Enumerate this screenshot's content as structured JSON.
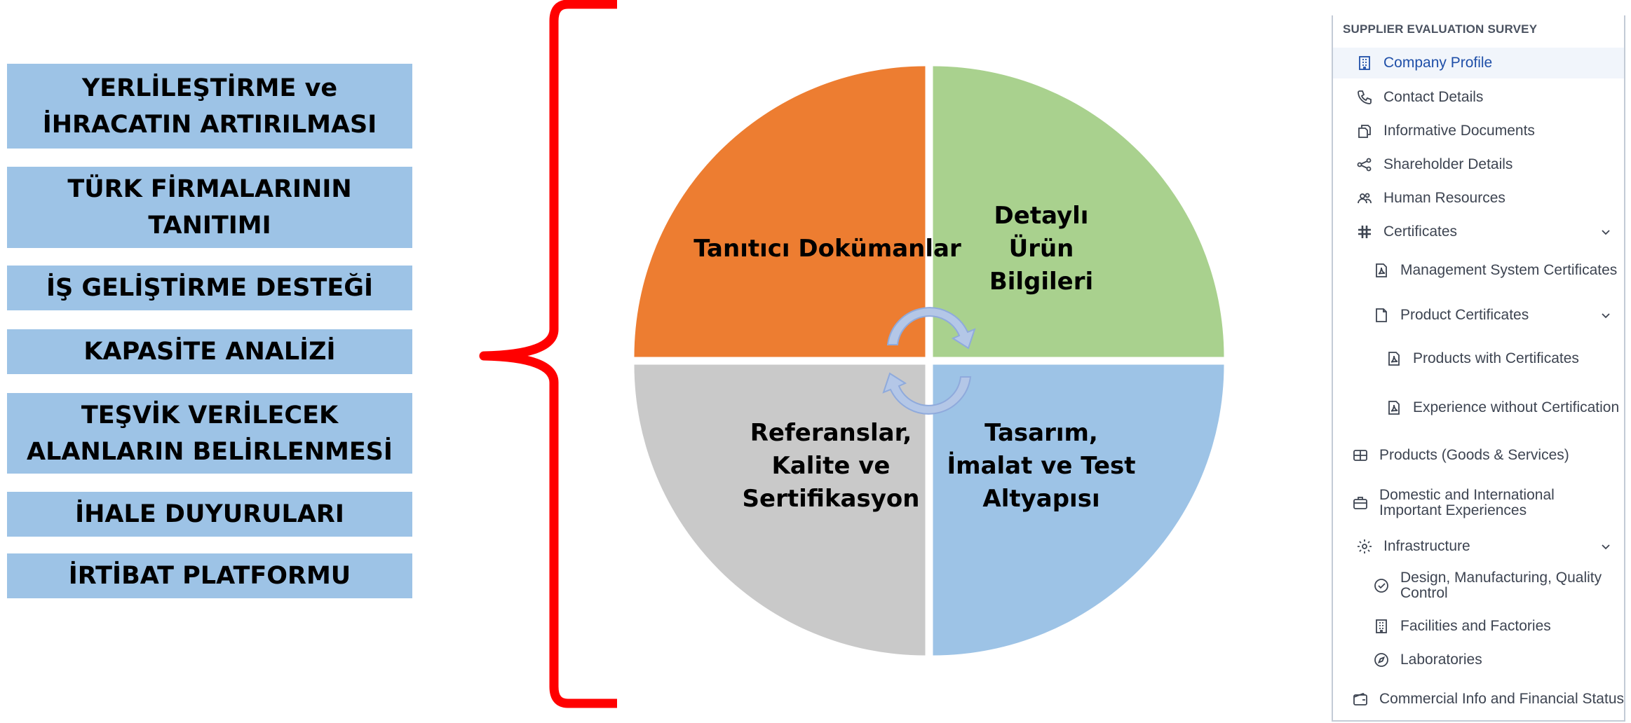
{
  "benefits": [
    "YERLİLEŞTİRME ve İHRACATIN ARTIRILMASI",
    "TÜRK FİRMALARININ TANITIMI",
    "İŞ GELİŞTİRME DESTEĞİ",
    "KAPASİTE ANALİZİ",
    "TEŞVİK VERİLECEK ALANLARIN BELİRLENMESİ",
    "İHALE DUYURULARI",
    "İRTİBAT PLATFORMU"
  ],
  "quadrants": {
    "top_left": {
      "label": "Tanıtıcı Dokümanlar",
      "color": "#ed7d31"
    },
    "top_right": {
      "label": "Detaylı Ürün Bilgileri",
      "color": "#a9d18e"
    },
    "bottom_left": {
      "label": "Referanslar, Kalite ve Sertifikasyon",
      "color": "#c9c9c9"
    },
    "bottom_right": {
      "label": "Tasarım, İmalat ve Test Altyapısı",
      "color": "#9dc3e6"
    }
  },
  "brace_color": "#ff0000",
  "nav": {
    "header": "SUPPLIER EVALUATION SURVEY",
    "items": [
      {
        "label": "Company Profile",
        "icon": "building-icon",
        "active": true
      },
      {
        "label": "Contact Details",
        "icon": "phone-icon"
      },
      {
        "label": "Informative Documents",
        "icon": "documents-icon"
      },
      {
        "label": "Shareholder Details",
        "icon": "share-icon"
      },
      {
        "label": "Human Resources",
        "icon": "people-icon"
      },
      {
        "label": "Certificates",
        "icon": "hashtag-icon",
        "expanded": true
      },
      {
        "label": "Management System Certificates",
        "icon": "pdf-icon"
      },
      {
        "label": "Product Certificates",
        "icon": "file-icon",
        "expanded": true
      },
      {
        "label": "Products with Certificates",
        "icon": "pdf-icon"
      },
      {
        "label": "Experience without Certification",
        "icon": "pdf-icon"
      },
      {
        "label": "Products (Goods & Services)",
        "icon": "grid-icon"
      },
      {
        "label": "Domestic and International Important Experiences",
        "icon": "briefcase-icon"
      },
      {
        "label": "Infrastructure",
        "icon": "gear-icon",
        "expanded": true
      },
      {
        "label": "Design, Manufacturing, Quality Control",
        "icon": "check-circle-icon"
      },
      {
        "label": "Facilities and Factories",
        "icon": "building-icon"
      },
      {
        "label": "Laboratories",
        "icon": "compass-icon"
      },
      {
        "label": "Commercial Info and Financial Status",
        "icon": "wallet-icon"
      }
    ]
  }
}
